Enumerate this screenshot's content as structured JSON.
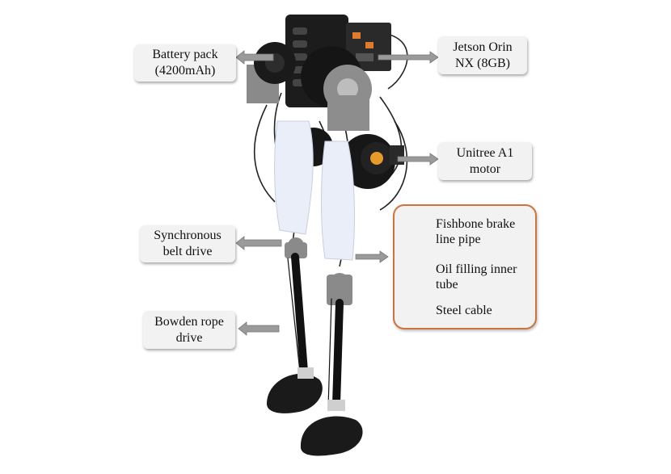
{
  "labels": {
    "battery_line1": "Battery pack",
    "battery_line2": "(4200mAh)",
    "jetson_line1": "Jetson Orin",
    "jetson_line2": "NX (8GB)",
    "motor_line1": "Unitree A1",
    "motor_line2": "motor",
    "sync_line1": "Synchronous",
    "sync_line2": "belt drive",
    "bowden_line1": "Bowden rope",
    "bowden_line2": "drive"
  },
  "detail": {
    "fishbone_line1": "Fishbone brake",
    "fishbone_line2": "line pipe",
    "oil_line1": "Oil filling inner",
    "oil_line2": "tube",
    "steel": "Steel cable"
  },
  "colors": {
    "label_bg": "#f2f2f2",
    "accent_orange": "#d0733a",
    "arrow_gray": "#9a9a9a",
    "robot_black": "#1a1a1a",
    "leg_white": "#e9eef8",
    "bracket_gray": "#8a8a8a"
  }
}
